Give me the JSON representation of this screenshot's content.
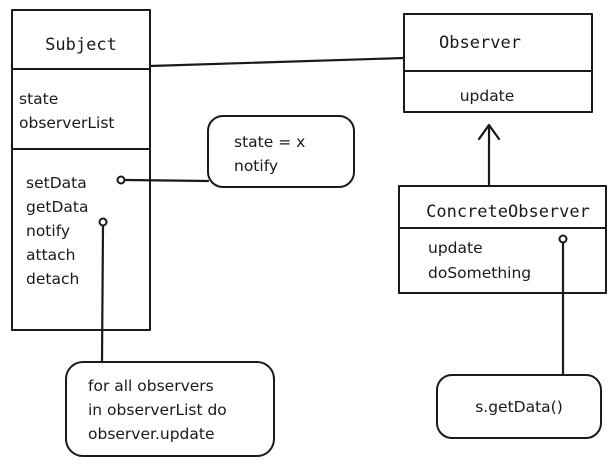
{
  "subject": {
    "title": "Subject",
    "attributes": [
      "state",
      "observerList"
    ],
    "methods": [
      "setData",
      "getData",
      "notify",
      "attach",
      "detach"
    ]
  },
  "observer": {
    "title": "Observer",
    "methods": [
      "update"
    ]
  },
  "concrete_observer": {
    "title": "ConcreteObserver",
    "methods": [
      "update",
      "doSomething"
    ]
  },
  "notes": {
    "setdata_note": [
      "state = x",
      "notify"
    ],
    "notify_note": [
      "for all observers",
      "in observerList do",
      "observer.update"
    ],
    "update_note": [
      "s.getData()"
    ]
  }
}
